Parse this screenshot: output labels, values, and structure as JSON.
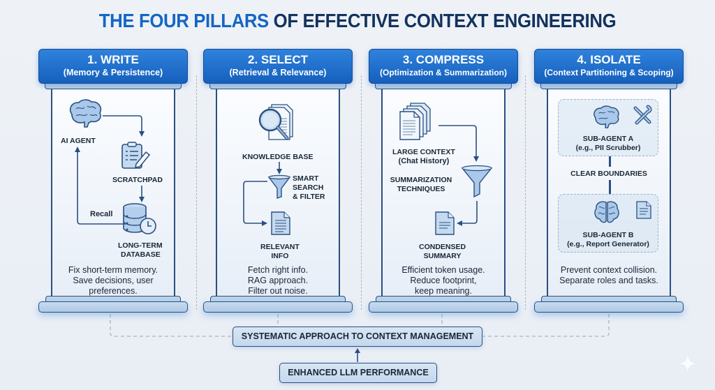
{
  "title": {
    "part1": "THE FOUR PILLARS",
    "part2": "OF EFFECTIVE CONTEXT ENGINEERING"
  },
  "colors": {
    "accent": "#1466c4",
    "dark": "#13325e",
    "stroke": "#2b4f80"
  },
  "pillars": [
    {
      "heading": "1. WRITE",
      "subtitle": "(Memory & Persistence)",
      "labels": {
        "agent": "AI AGENT",
        "scratchpad": "SCRATCHPAD",
        "recall": "Recall",
        "db1": "LONG-TERM",
        "db2": "DATABASE"
      },
      "icons": [
        "brain-icon",
        "clipboard-pencil-icon",
        "database-clock-icon"
      ],
      "desc": [
        "Fix short-term memory.",
        "Save decisions, user",
        "preferences."
      ]
    },
    {
      "heading": "2. SELECT",
      "subtitle": "(Retrieval & Relevance)",
      "labels": {
        "kb": "KNOWLEDGE BASE",
        "f1": "SMART",
        "f2": "SEARCH",
        "f3": "& FILTER",
        "r1": "RELEVANT",
        "r2": "INFO"
      },
      "icons": [
        "magnifier-documents-icon",
        "funnel-icon",
        "document-icon"
      ],
      "desc": [
        "Fetch right info.",
        "RAG approach.",
        "Filter out noise."
      ]
    },
    {
      "heading": "3. COMPRESS",
      "subtitle": "(Optimization & Summarization)",
      "labels": {
        "lc1": "LARGE CONTEXT",
        "lc2": "(Chat History)",
        "st1": "SUMMARIZATION",
        "st2": "TECHNIQUES",
        "cs1": "CONDENSED",
        "cs2": "SUMMARY"
      },
      "icons": [
        "stacked-documents-icon",
        "funnel-icon",
        "document-icon"
      ],
      "desc": [
        "Efficient token usage.",
        "Reduce footprint,",
        "keep meaning."
      ]
    },
    {
      "heading": "4. ISOLATE",
      "subtitle": "(Context Partitioning & Scoping)",
      "labels": {
        "a1": "SUB-AGENT A",
        "a2": "(e.g., PII Scrubber)",
        "cb": "CLEAR BOUNDARIES",
        "b1": "SUB-AGENT B",
        "b2": "(e.g., Report Generator)"
      },
      "icons": [
        "brain-icon",
        "tools-icon",
        "brain-icon",
        "document-icon"
      ],
      "desc": [
        "Prevent context collision.",
        "Separate roles and tasks."
      ]
    }
  ],
  "footer": {
    "systematic": "SYSTEMATIC APPROACH TO CONTEXT MANAGEMENT",
    "enhanced": "ENHANCED LLM PERFORMANCE"
  },
  "watermark": "sparkle-icon"
}
